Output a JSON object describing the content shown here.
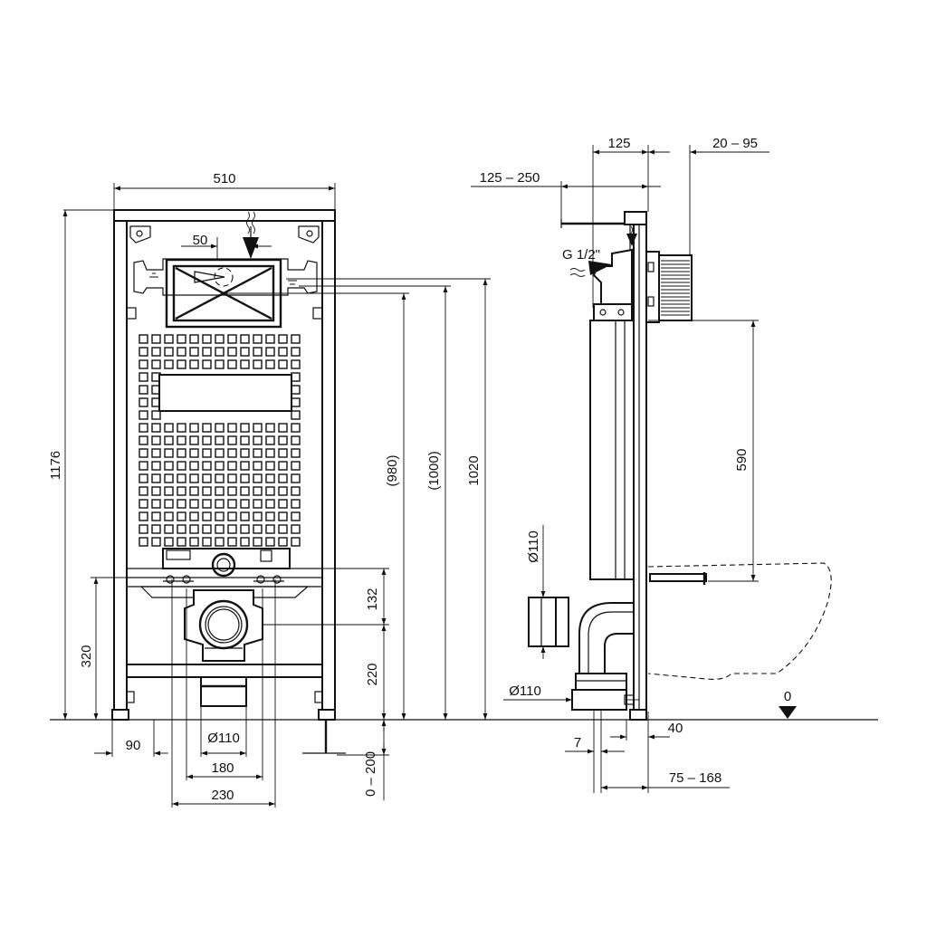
{
  "front_view": {
    "dimensions": {
      "width_total": "510",
      "height_total": "1176",
      "flush_offset": "50",
      "height_980": "(980)",
      "height_1000": "(1000)",
      "height_1020": "1020",
      "height_132": "132",
      "height_220": "220",
      "foot_adjust": "0 – 200",
      "height_320": "320",
      "foot_offset": "90",
      "drain_diameter": "Ø110",
      "width_180": "180",
      "width_230": "230"
    }
  },
  "side_view": {
    "dimensions": {
      "depth_125": "125",
      "depth_20_95": "20 – 95",
      "depth_125_250": "125 – 250",
      "supply_thread": "G 1/2\"",
      "height_590": "590",
      "inlet_diameter": "Ø110",
      "outlet_diameter": "Ø110",
      "floor_level": "0",
      "offset_7": "7",
      "offset_40": "40",
      "offset_75_168": "75 – 168"
    }
  }
}
